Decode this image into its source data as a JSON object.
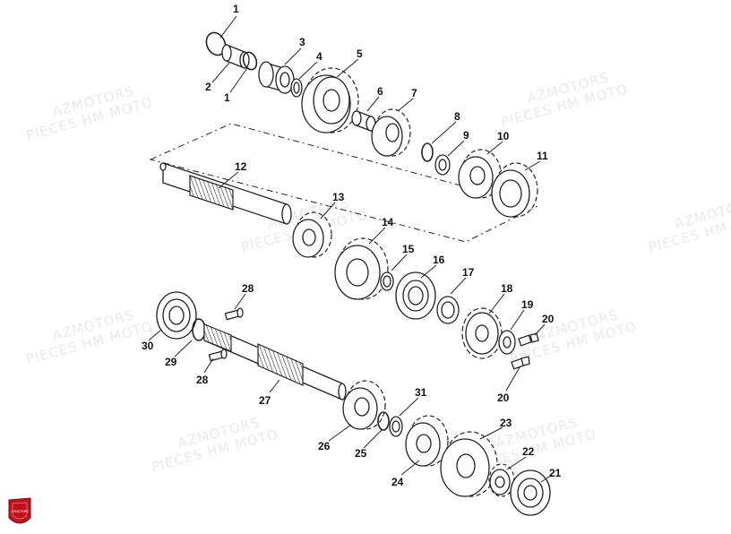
{
  "watermark": {
    "line1": "AZMOTORS",
    "line2": "PIECES HM MOTO"
  },
  "logo": {
    "text": "AZMOTORS"
  },
  "callouts": [
    "1",
    "2",
    "1",
    "3",
    "4",
    "5",
    "6",
    "7",
    "8",
    "9",
    "10",
    "11",
    "12",
    "13",
    "14",
    "15",
    "16",
    "17",
    "18",
    "19",
    "20",
    "20",
    "21",
    "22",
    "23",
    "24",
    "25",
    "26",
    "27",
    "28",
    "28",
    "29",
    "30",
    "31"
  ],
  "colors": {
    "line": "#222222",
    "watermark": "#e9e9e9",
    "logo": "#c0121c"
  }
}
